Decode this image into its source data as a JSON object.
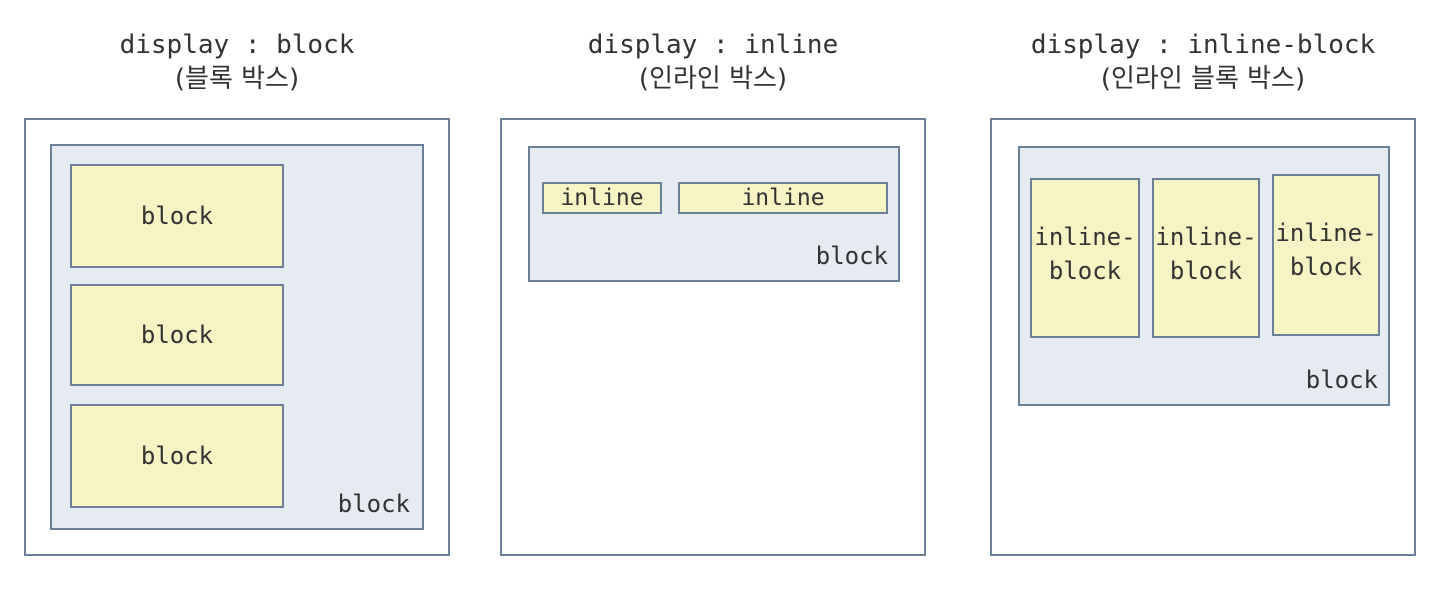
{
  "panels": [
    {
      "title_code": "display : block",
      "title_kor": "(블록 박스)",
      "items": [
        "block",
        "block",
        "block"
      ],
      "container_label": "block"
    },
    {
      "title_code": "display : inline",
      "title_kor": "(인라인 박스)",
      "items": [
        "inline",
        "inline"
      ],
      "container_label": "block"
    },
    {
      "title_code": "display : inline-block",
      "title_kor": "(인라인 블록 박스)",
      "items": [
        "inline-\nblock",
        "inline-\nblock",
        "inline-\nblock"
      ],
      "container_label": "block"
    }
  ],
  "colors": {
    "border": "#6b7f96",
    "container_fill": "#e6eaf1",
    "item_fill": "#f6f4c4",
    "text": "#333333"
  }
}
